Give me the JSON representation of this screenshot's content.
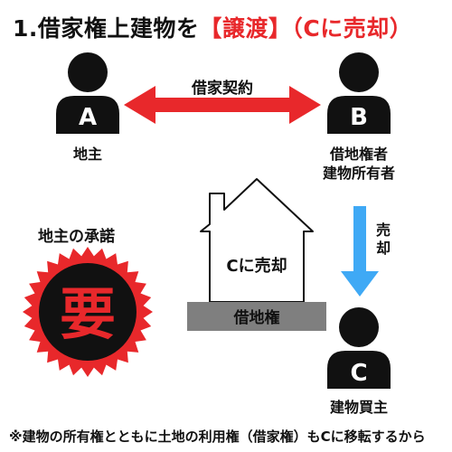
{
  "title": {
    "prefix": "1.借家権上建物を",
    "highlight_transfer": "【譲渡】",
    "highlight_sale": "（Cに売却）"
  },
  "persons": {
    "a": {
      "letter": "A",
      "label": "地主"
    },
    "b": {
      "letter": "B",
      "label_line1": "借地権者",
      "label_line2": "建物所有者"
    },
    "c": {
      "letter": "C",
      "label": "建物買主"
    }
  },
  "arrow_ab_label": "借家契約",
  "arrow_bc_label_line1": "売",
  "arrow_bc_label_line2": "却",
  "house_label": "Cに売却",
  "ground_label": "借地権",
  "consent": {
    "heading": "地主の承諾",
    "badge_text": "要"
  },
  "footnote": "※建物の所有権とともに土地の利用権（借家権）もCに移転するから",
  "colors": {
    "accent_red": "#e8282b",
    "person_black": "#111111",
    "arrow_blue": "#3fa9f5",
    "ground_gray": "#7f7f7f"
  }
}
